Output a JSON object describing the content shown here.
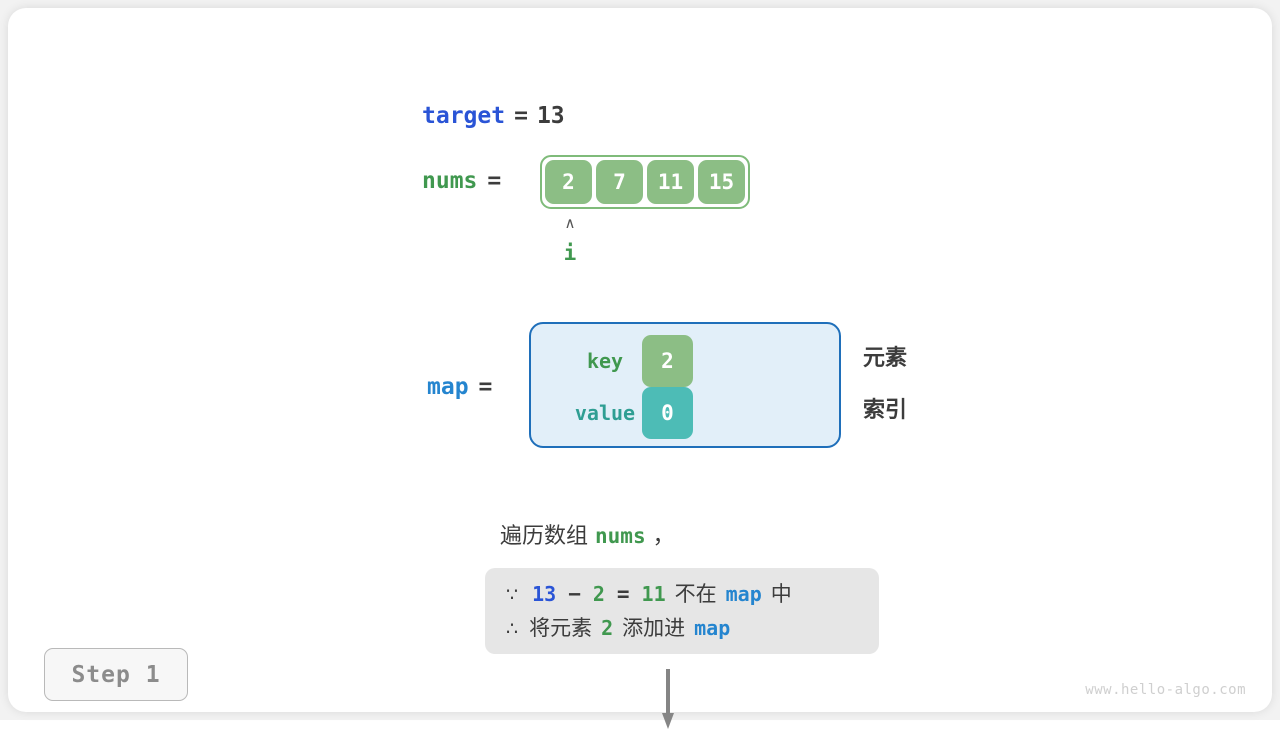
{
  "colors": {
    "background": "#f2f2f2",
    "card": "#ffffff",
    "target_blue": "#2a54d6",
    "map_blue": "#2585cf",
    "nums_green": "#40984f",
    "cell_green": "#8cbe85",
    "cell_teal": "#4dbcb6",
    "teal_text": "#2f9e93",
    "map_box_fill": "#e2eff9",
    "map_box_border": "#1f6fba",
    "reason_box_fill": "#e6e6e6",
    "arrow_gray": "#858585",
    "text_gray": "#3c3c3c",
    "badge_text": "#8c8c8c",
    "watermark": "#cfcfcf"
  },
  "target": {
    "name": "target",
    "equals": "=",
    "value": "13"
  },
  "nums": {
    "name": "nums",
    "equals": "=",
    "cells": [
      "2",
      "7",
      "11",
      "15"
    ]
  },
  "pointer": {
    "caret": "∧",
    "label": "i",
    "index": 0
  },
  "map": {
    "name": "map",
    "equals": "=",
    "key_label": "key",
    "value_label": "value",
    "entries": [
      {
        "key": "2",
        "value": "0"
      }
    ],
    "legend": {
      "key_meaning": "元素",
      "value_meaning": "索引"
    }
  },
  "caption": {
    "prefix": "遍历数组",
    "code": "nums",
    "suffix": "，"
  },
  "reasoning": {
    "line1": {
      "symbol": "∵",
      "a": "13",
      "minus": "−",
      "b": "2",
      "equals": "=",
      "result": "11",
      "text": "不在",
      "code": "map",
      "tail": "中"
    },
    "line2": {
      "symbol": "∴",
      "text_before": "将元素",
      "element": "2",
      "text_after": "添加进",
      "code": "map"
    }
  },
  "step": {
    "label": "Step 1"
  },
  "watermark": {
    "text": "www.hello-algo.com"
  }
}
